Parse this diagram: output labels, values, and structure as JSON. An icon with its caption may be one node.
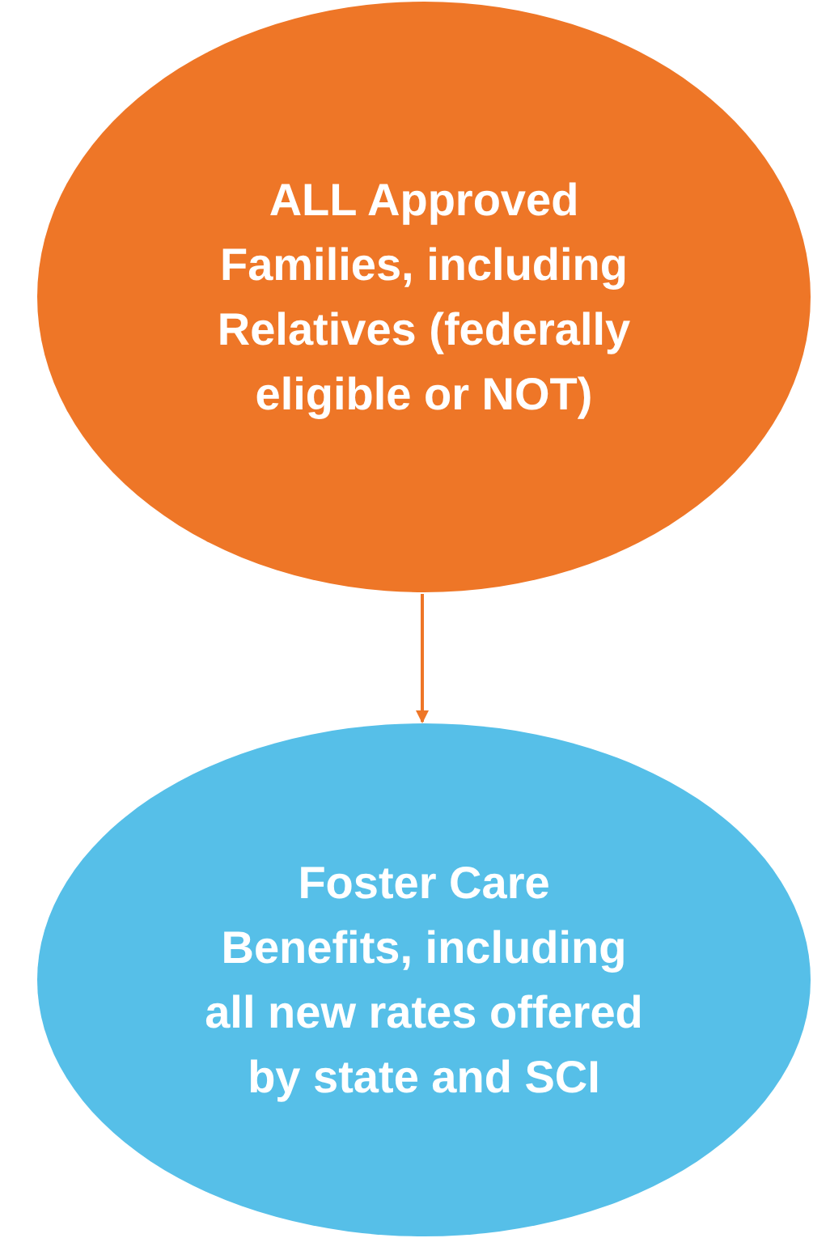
{
  "diagram": {
    "nodes": [
      {
        "text": [
          "ALL Approved Families, including Relatives (federally eligible or NOT)"
        ]
      },
      {
        "text": [
          "Foster Care Benefits, including all new rates offered by state and SCI"
        ]
      }
    ],
    "edges": [
      {
        "from": 0,
        "to": 1,
        "arrow": "to",
        "color": "#ee7627"
      }
    ]
  }
}
